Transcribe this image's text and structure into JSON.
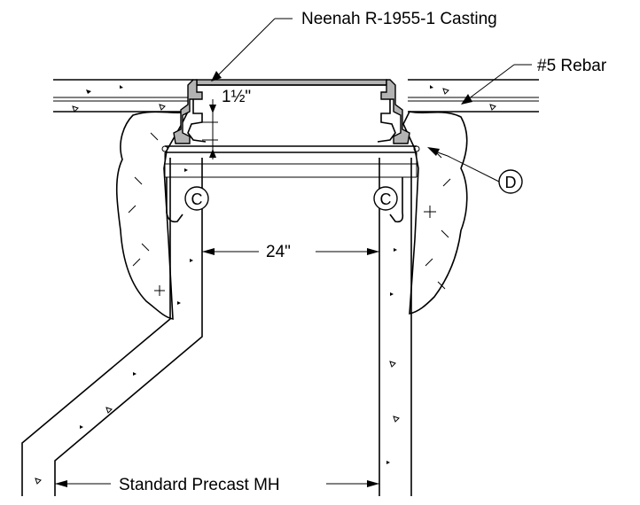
{
  "labels": {
    "casting": "Neenah R-1955-1 Casting",
    "rebar": "#5 Rebar",
    "grade_dim": "1½\"",
    "opening_dim": "24\"",
    "manhole": "Standard Precast MH",
    "callout_c": "C",
    "callout_d": "D"
  },
  "colors": {
    "line": "#000000",
    "casting_fill": "#b3b3b3",
    "background": "#ffffff"
  }
}
